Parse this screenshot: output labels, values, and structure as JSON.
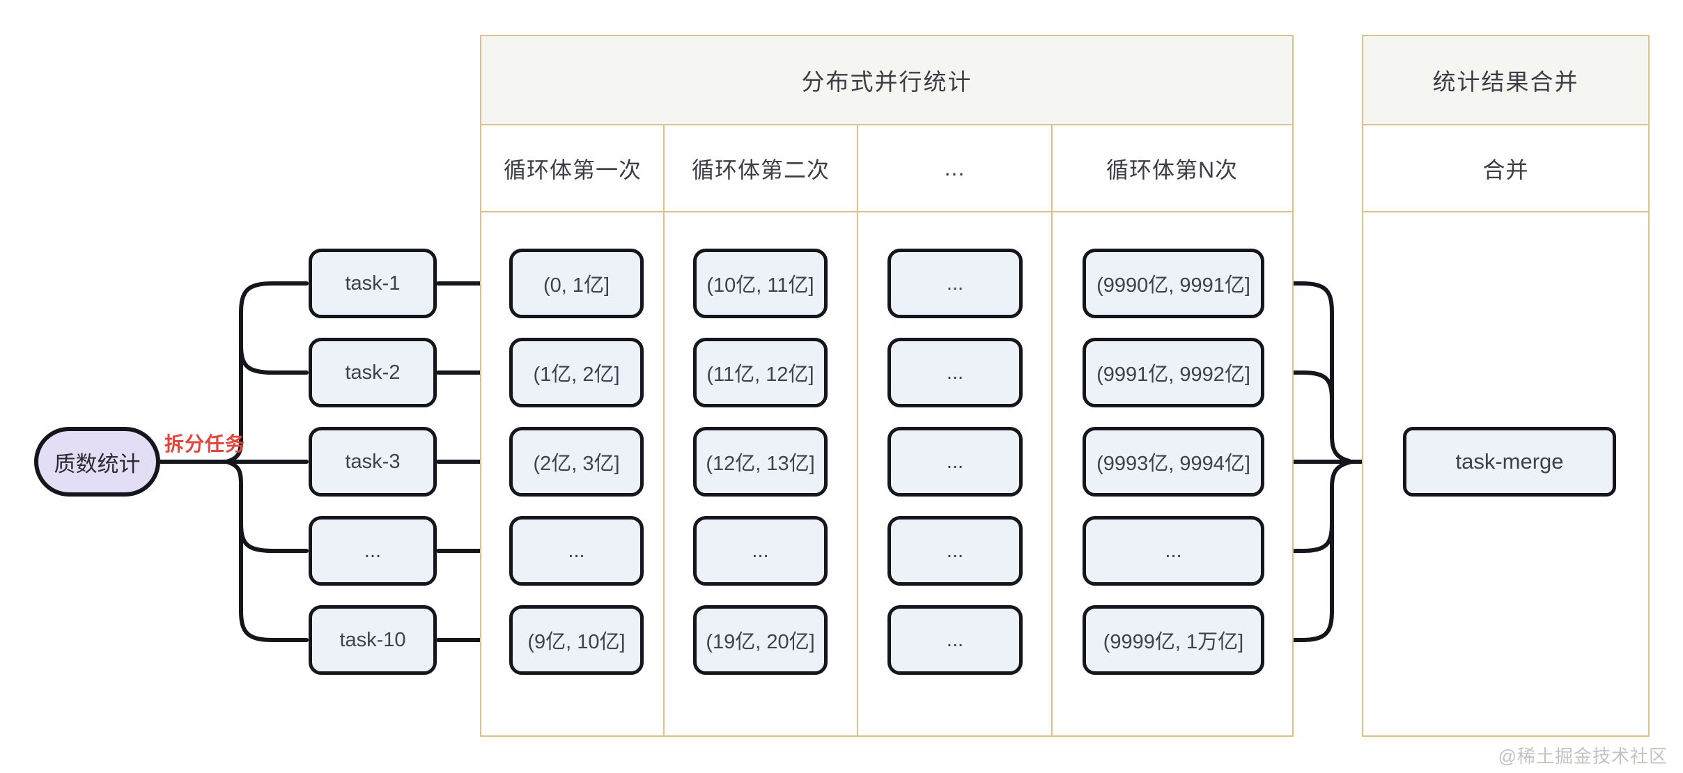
{
  "diagram": {
    "source": {
      "label": "质数统计",
      "split_label": "拆分任务"
    },
    "panels": [
      {
        "title": "分布式并行统计",
        "columns": [
          "循环体第一次",
          "循环体第二次",
          "...",
          "循环体第N次"
        ]
      },
      {
        "title": "统计结果合并",
        "columns": [
          "合并"
        ]
      }
    ],
    "rows": [
      {
        "task": "task-1",
        "cells": [
          "(0, 1亿]",
          "(10亿, 11亿]",
          "...",
          "(9990亿, 9991亿]"
        ]
      },
      {
        "task": "task-2",
        "cells": [
          "(1亿, 2亿]",
          "(11亿, 12亿]",
          "...",
          "(9991亿, 9992亿]"
        ]
      },
      {
        "task": "task-3",
        "cells": [
          "(2亿, 3亿]",
          "(12亿, 13亿]",
          "...",
          "(9993亿, 9994亿]"
        ]
      },
      {
        "task": "...",
        "cells": [
          "...",
          "...",
          "...",
          "..."
        ]
      },
      {
        "task": "task-10",
        "cells": [
          "(9亿, 10亿]",
          "(19亿, 20亿]",
          "...",
          "(9999亿, 1万亿]"
        ]
      }
    ],
    "merge": {
      "label": "task-merge"
    },
    "watermark": "@稀土掘金技术社区",
    "colors": {
      "panel_border": "#ddc18a",
      "panel_header_bg": "#f5f5f2",
      "node_fill": "#edf1f8",
      "node_border": "#15151c",
      "source_fill": "#e4ddf6",
      "split_label_color": "#e0473f",
      "text": "#3f414b",
      "watermark_color": "#c4c3c0"
    }
  }
}
